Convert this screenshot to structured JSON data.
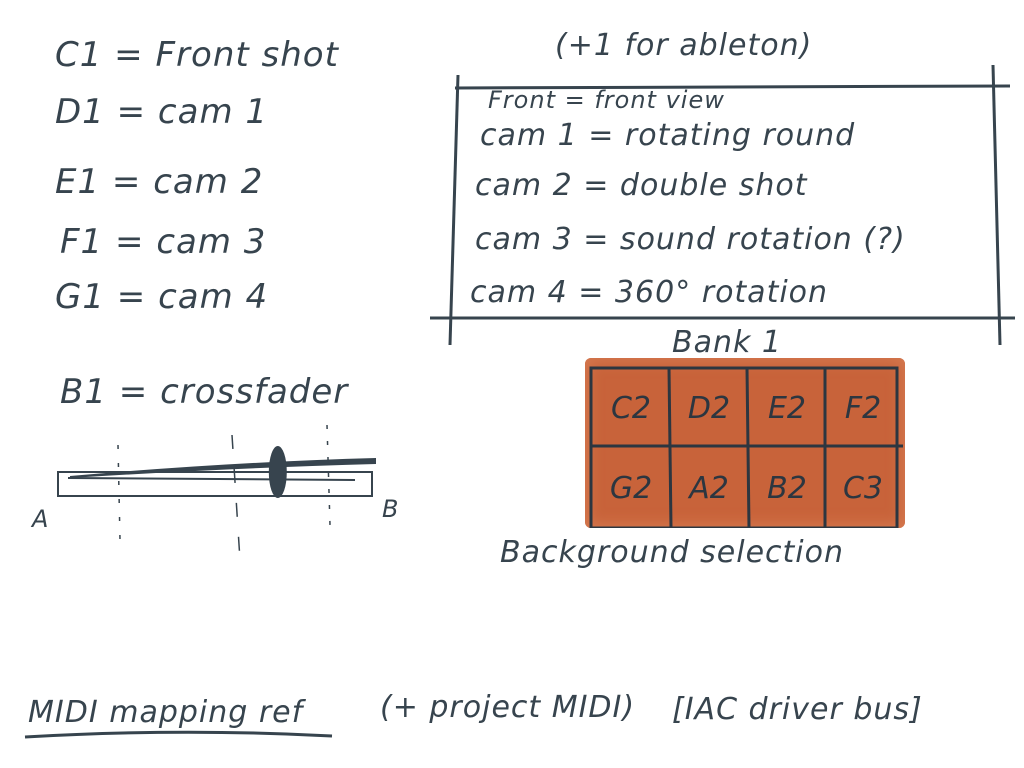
{
  "mappings": [
    {
      "key": "C1",
      "value": "Front shot"
    },
    {
      "key": "D1",
      "value": "cam 1"
    },
    {
      "key": "E1",
      "value": "cam 2"
    },
    {
      "key": "F1",
      "value": "cam 3"
    },
    {
      "key": "G1",
      "value": "cam 4"
    }
  ],
  "crossfader": {
    "key": "B1",
    "value": "crossfader",
    "left_label": "A",
    "right_label": "B",
    "position": 0.7
  },
  "ableton_note": "(+1 for ableton)",
  "descriptions": [
    "Front = front view",
    "cam 1 = rotating round",
    "cam 2 = double shot",
    "cam 3 = sound rotation (?)",
    "cam 4 = 360° rotation"
  ],
  "bank": {
    "title": "Bank 1",
    "cells": [
      "C2",
      "D2",
      "E2",
      "F2",
      "G2",
      "A2",
      "B2",
      "C3"
    ],
    "caption": "Background selection",
    "color": "#c8633a"
  },
  "footer": {
    "title": "MIDI mapping ref",
    "note1": "(+ project MIDI)",
    "note2": "[IAC driver bus]"
  }
}
